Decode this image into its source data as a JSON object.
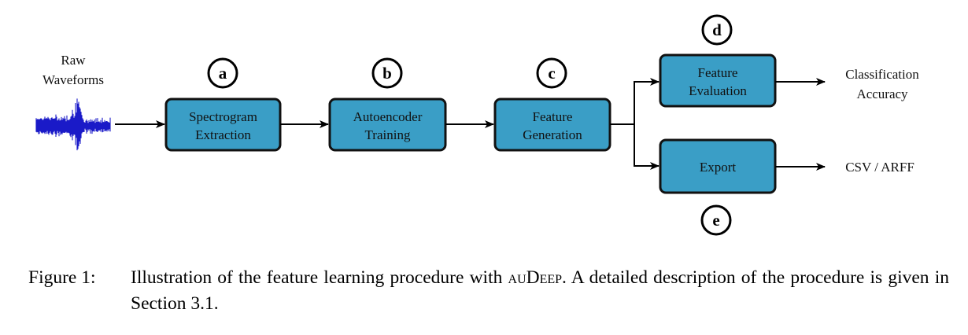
{
  "diagram": {
    "input_label": [
      "Raw",
      "Waveforms"
    ],
    "steps": [
      {
        "badge": "a",
        "lines": [
          "Spectrogram",
          "Extraction"
        ]
      },
      {
        "badge": "b",
        "lines": [
          "Autoencoder",
          "Training"
        ]
      },
      {
        "badge": "c",
        "lines": [
          "Feature",
          "Generation"
        ]
      },
      {
        "badge": "d",
        "lines": [
          "Feature",
          "Evaluation"
        ]
      },
      {
        "badge": "e",
        "lines": [
          "Export"
        ]
      }
    ],
    "outputs": {
      "evaluation": [
        "Classification",
        "Accuracy"
      ],
      "export": "CSV / ARFF"
    },
    "colors": {
      "box_fill": "#3a9ec6",
      "box_stroke": "#111111",
      "waveform": "#1a1ac8"
    }
  },
  "caption": {
    "label": "Figure 1:",
    "text_before": "Illustration of the feature learning procedure with",
    "tool_name": "auDeep",
    "text_after": ". A detailed description of the procedure is given in Section 3.1."
  }
}
